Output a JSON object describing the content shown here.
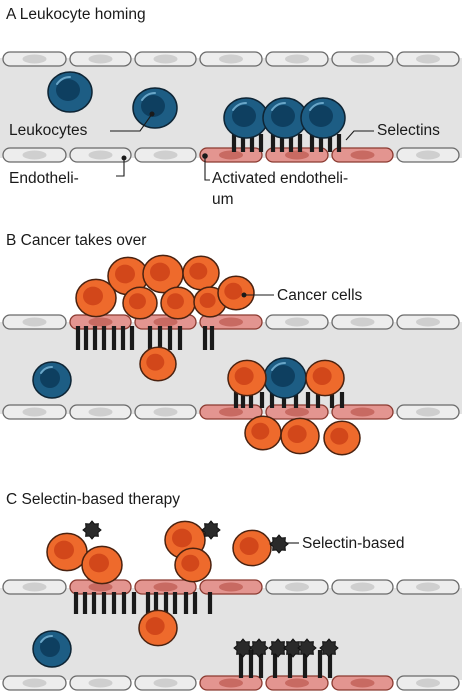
{
  "panels": {
    "a": {
      "title": "A  Leukocyte homing",
      "labels": {
        "leukocytes": "Leukocytes",
        "selectins": "Selectins",
        "endothelium": "Endotheli-",
        "activated_line1": "Activated endotheli-",
        "activated_line2": "um"
      }
    },
    "b": {
      "title": "B  Cancer takes over",
      "labels": {
        "cancer_cells": "Cancer cells"
      }
    },
    "c": {
      "title": "C  Selectin-based therapy",
      "labels": {
        "selectin_based": "Selectin-based"
      }
    }
  },
  "colors": {
    "leukocyte": "#1d5d84",
    "cancer_cell": "#ee6a2c",
    "activated_endothelium": "#e39590",
    "endothelium": "#ededed",
    "selectin": "#1a1a1a"
  }
}
